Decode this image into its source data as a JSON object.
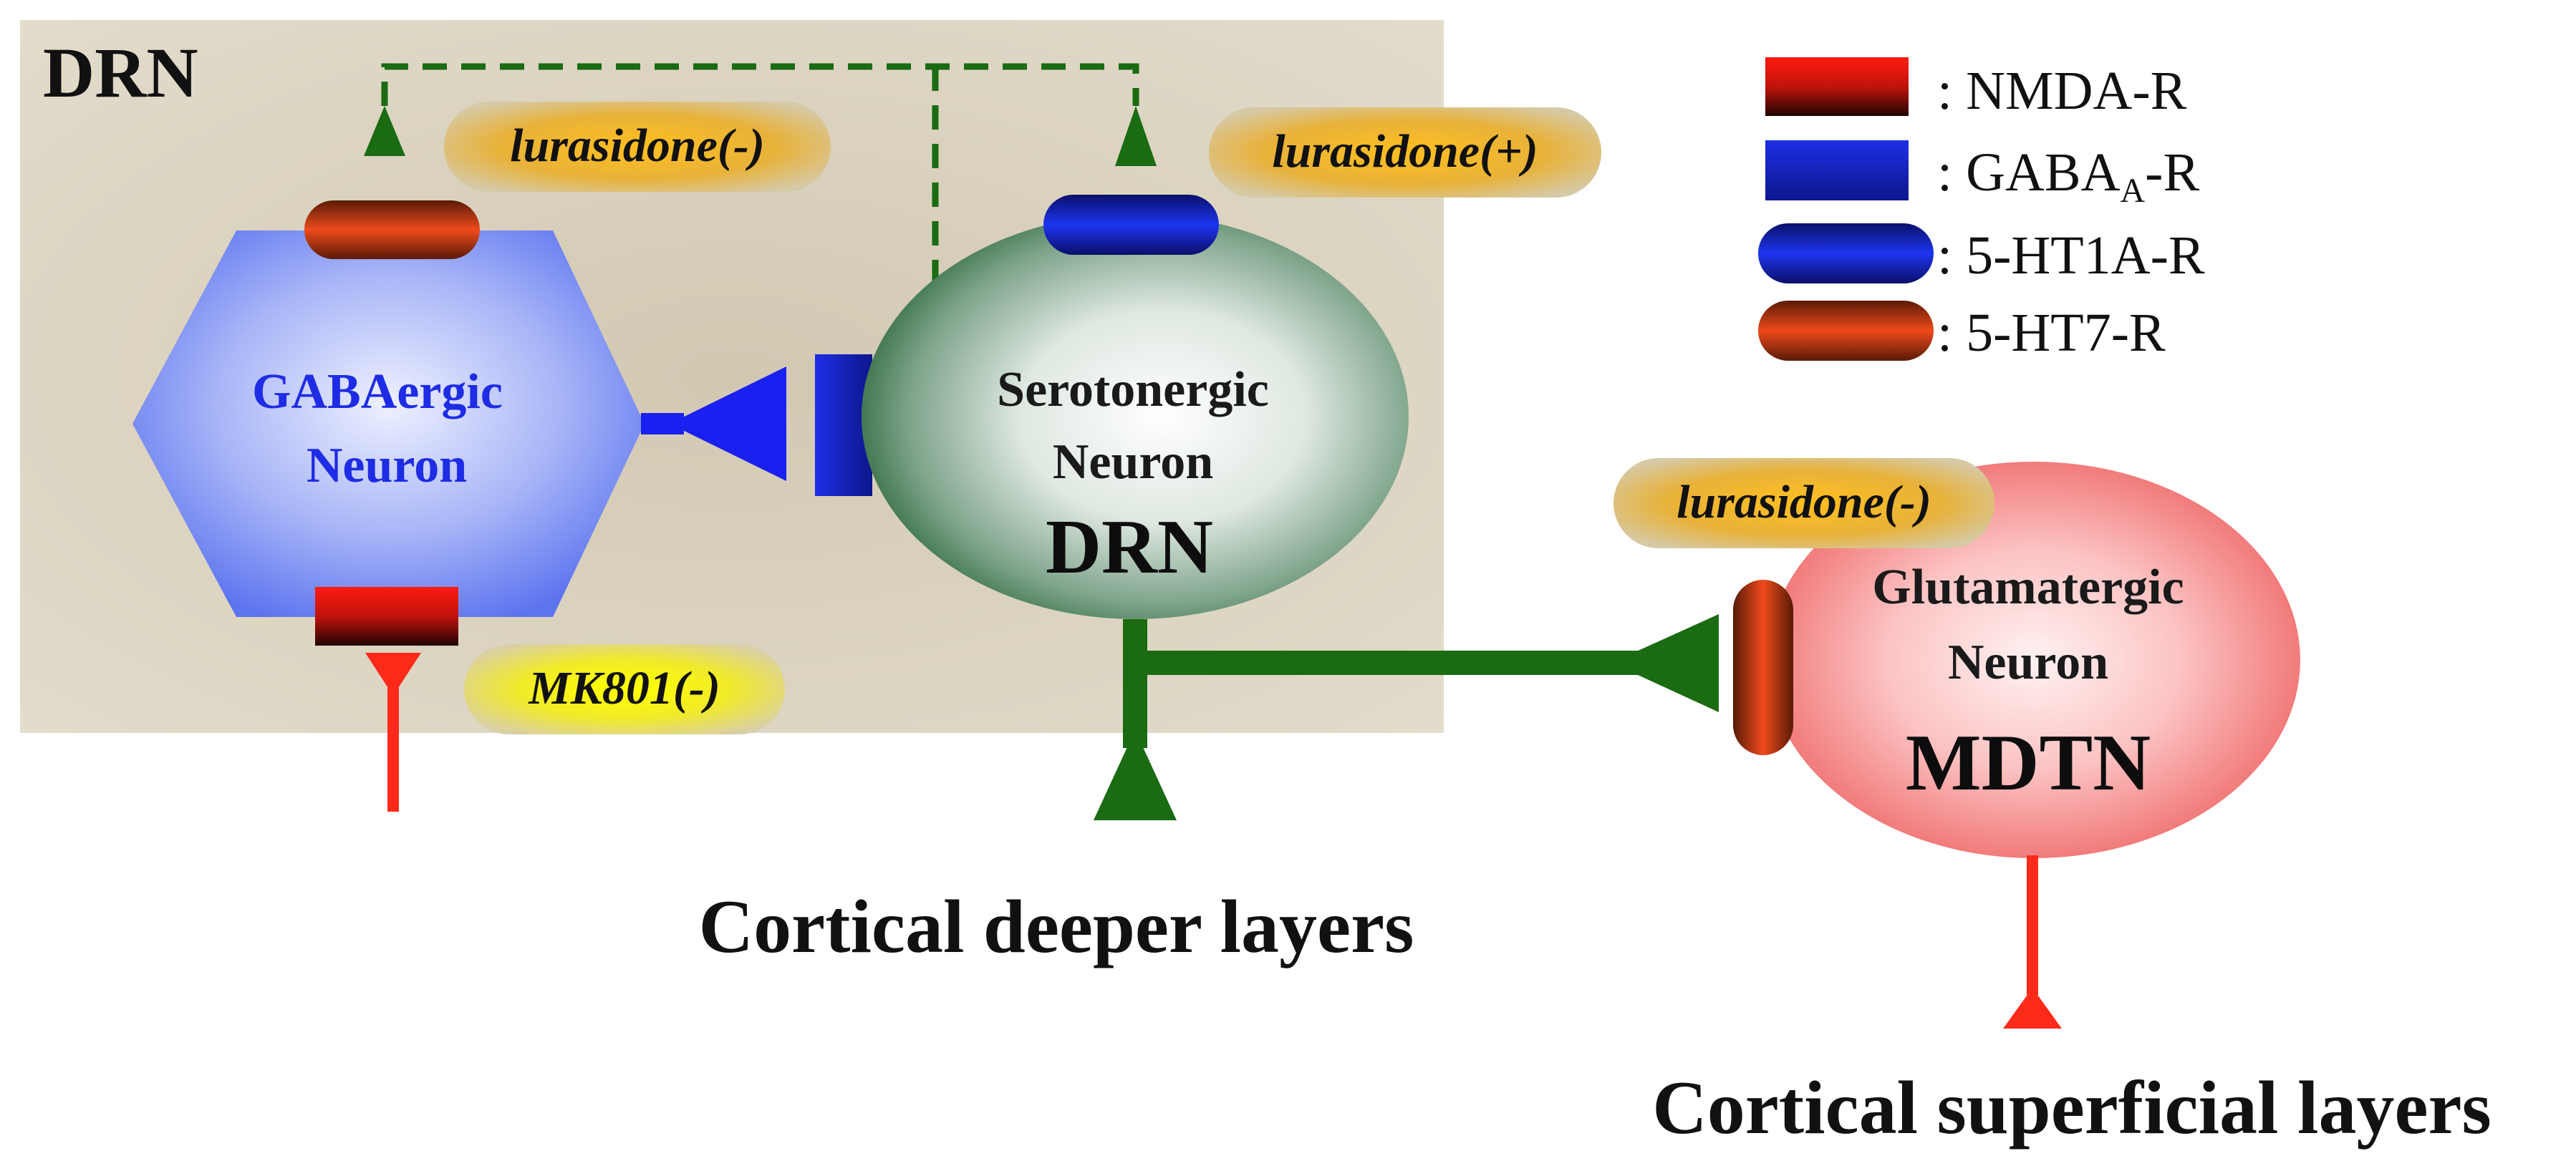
{
  "region": {
    "label": "DRN"
  },
  "neurons": {
    "gaba": {
      "line1": "GABAergic",
      "line2": "Neuron"
    },
    "serotonergic": {
      "line1": "Serotonergic",
      "line2": "Neuron",
      "line3": "DRN"
    },
    "glutamatergic": {
      "line1": "Glutamatergic",
      "line2": "Neuron",
      "line3": "MDTN"
    }
  },
  "drugs": {
    "lurasidone_gaba": "lurasidone(-)",
    "lurasidone_sero": "lurasidone(+)",
    "lurasidone_mdtn": "lurasidone(-)",
    "mk801": "MK801(-)"
  },
  "targets": {
    "deeper": "Cortical deeper layers",
    "superficial": "Cortical superficial layers"
  },
  "legend": {
    "nmda": ": NMDA-R",
    "gabaa_prefix": ": GABA",
    "gabaa_sub": "A",
    "gabaa_suffix": "-R",
    "ht1a": ": 5-HT1A-R",
    "ht7": ": 5-HT7-R"
  },
  "colors": {
    "region_bg": "#d9d0bc",
    "gaba_neuron": "#7f8ff2",
    "sero_neuron": "#c9d8cf",
    "glut_neuron": "#f07b7b",
    "green_path": "#1a6b12",
    "red_path": "#ff2a1a",
    "nmda": "#ff1d12",
    "gabaa": "#1a29d9",
    "ht1a": "#1a2ee0",
    "ht7": "#d8401d"
  }
}
